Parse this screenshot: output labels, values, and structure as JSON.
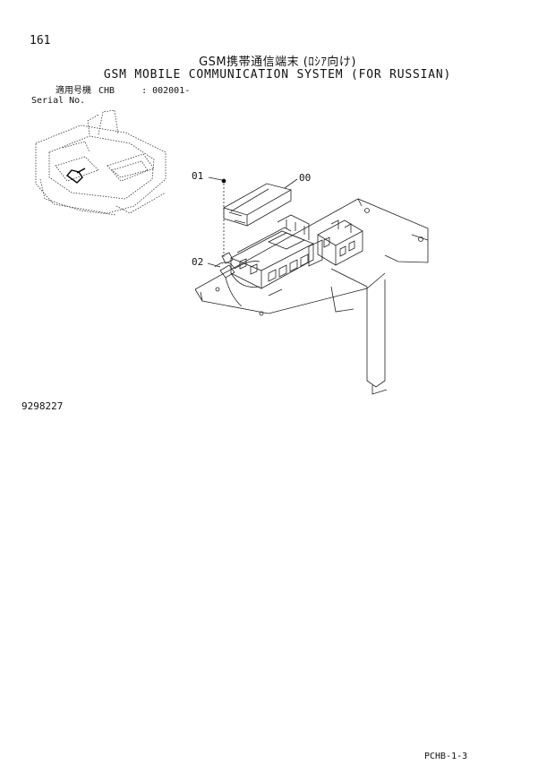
{
  "header": {
    "page_number": "161",
    "title_jp": "GSM携帯通信端末 (ﾛｼｱ向け)",
    "title_en": "GSM MOBILE COMMUNICATION SYSTEM (FOR RUSSIAN)",
    "applicable_model_label": "適用号機",
    "model": "CHB",
    "serial_range": ": 002001-",
    "serial_label": "Serial No."
  },
  "callouts": [
    {
      "id": "01"
    },
    {
      "id": "00"
    },
    {
      "id": "02"
    }
  ],
  "footer": {
    "drawing_number": "9298227",
    "page_code": "PCHB-1-3"
  }
}
